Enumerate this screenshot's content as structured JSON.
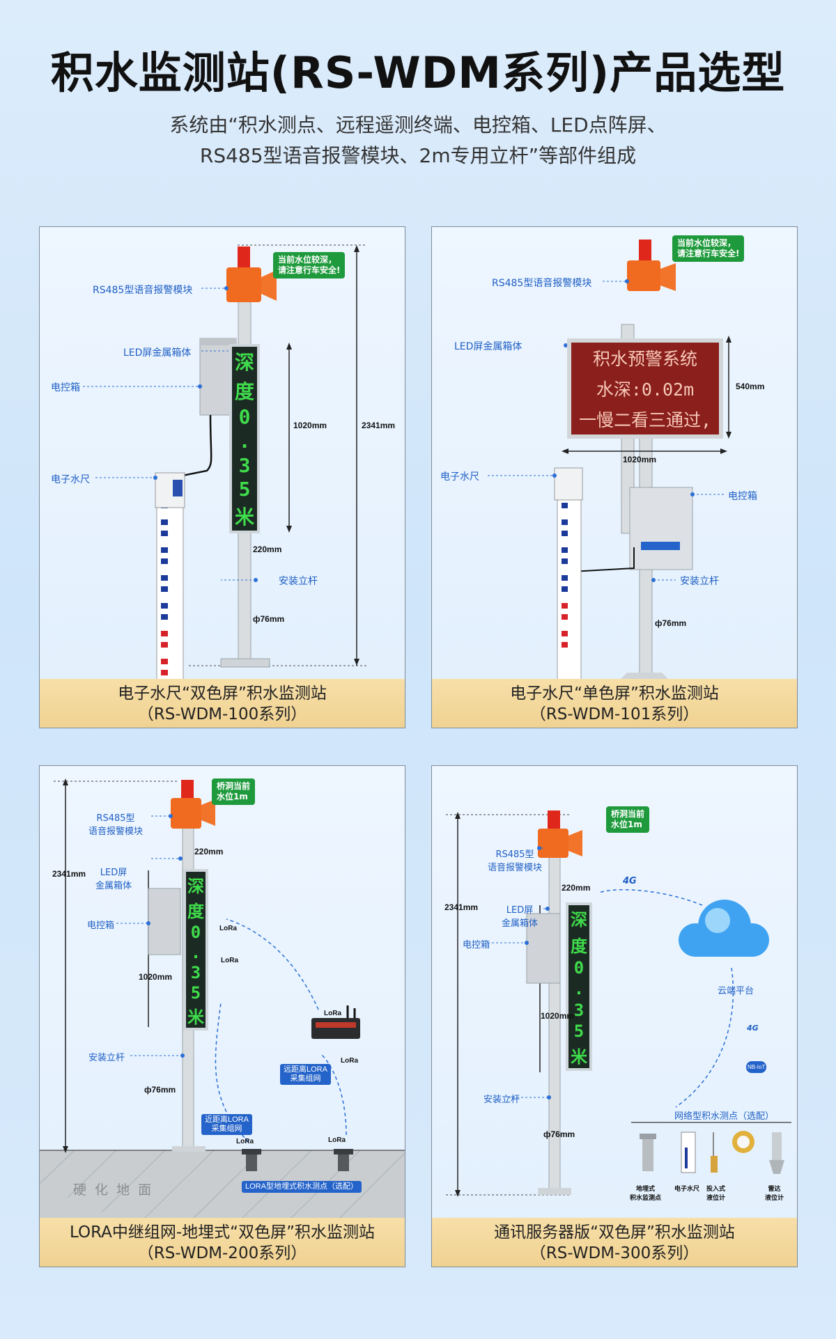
{
  "page": {
    "title": "积水监测站(RS-WDM系列)产品选型",
    "subtitle_line1": "系统由“积水测点、远程遥测终端、电控箱、LED点阵屏、",
    "subtitle_line2": "RS485型语音报警模块、2m专用立杆”等部件组成"
  },
  "panels": [
    {
      "caption_line1": "电子水尺“双色屏”积水监测站",
      "caption_line2": "（RS-WDM-100系列）",
      "bubble": "当前水位较深，\n请注意行车安全!",
      "labels": {
        "alarm": "RS485型语音报警模块",
        "led_box": "LED屏金属箱体",
        "control_box": "电控箱",
        "gauge": "电子水尺",
        "pole": "安装立杆"
      },
      "dims": {
        "height": "2341mm",
        "screen_h": "1020mm",
        "screen_w": "220mm",
        "pole_d": "ф76mm"
      },
      "led_chars": [
        "深",
        "度",
        "0",
        ".",
        "3",
        "5",
        "米"
      ]
    },
    {
      "caption_line1": "电子水尺“单色屏”积水监测站",
      "caption_line2": "（RS-WDM-101系列）",
      "bubble": "当前水位较深，\n请注意行车安全!",
      "labels": {
        "alarm": "RS485型语音报警模块",
        "led_box": "LED屏金属箱体",
        "gauge": "电子水尺",
        "control_box": "电控箱",
        "pole": "安装立杆"
      },
      "dims": {
        "screen_h": "540mm",
        "screen_w": "1020mm",
        "pole_d": "ф76mm"
      },
      "led_lines": [
        "积水预警系统",
        "水深:0.02m",
        "一慢二看三通过,"
      ]
    },
    {
      "caption_line1": "LORA中继组网-地埋式“双色屏”积水监测站",
      "caption_line2": "（RS-WDM-200系列）",
      "bubble": "桥洞当前\n水位1m",
      "labels": {
        "alarm_1": "RS485型",
        "alarm_2": "语音报警模块",
        "led_box_1": "LED屏",
        "led_box_2": "金属箱体",
        "control_box": "电控箱",
        "pole": "安装立杆",
        "ground": "硬 化 地 面",
        "far": "远距离LORA\n采集组网",
        "near": "近距离LORA\n采集组网",
        "lora_point": "LORA型地埋式积水测点（选配）",
        "lora": "LoRa"
      },
      "dims": {
        "height": "2341mm",
        "screen_h": "1020mm",
        "screen_w": "220mm",
        "pole_d": "ф76mm"
      },
      "led_chars": [
        "深",
        "度",
        "0",
        ".",
        "3",
        "5",
        "米"
      ]
    },
    {
      "caption_line1": "通讯服务器版“双色屏”积水监测站",
      "caption_line2": "（RS-WDM-300系列）",
      "bubble": "桥洞当前\n水位1m",
      "labels": {
        "alarm_1": "RS485型",
        "alarm_2": "语音报警模块",
        "led_box_1": "LED屏",
        "led_box_2": "金属箱体",
        "control_box": "电控箱",
        "pole": "安装立杆",
        "cloud": "云端平台",
        "net_points": "网络型积水测点（选配）",
        "sensor1": "地埋式\n积水监测点",
        "sensor2": "电子水尺",
        "sensor3": "投入式\n液位计",
        "sensor4": "雷达\n液位计",
        "g4": "4G",
        "nb": "NB-IoT"
      },
      "dims": {
        "height": "2341mm",
        "screen_h": "1020mm",
        "screen_w": "220mm",
        "pole_d": "ф76mm"
      },
      "led_chars": [
        "深",
        "度",
        "0",
        ".",
        "3",
        "5",
        "米"
      ]
    }
  ]
}
